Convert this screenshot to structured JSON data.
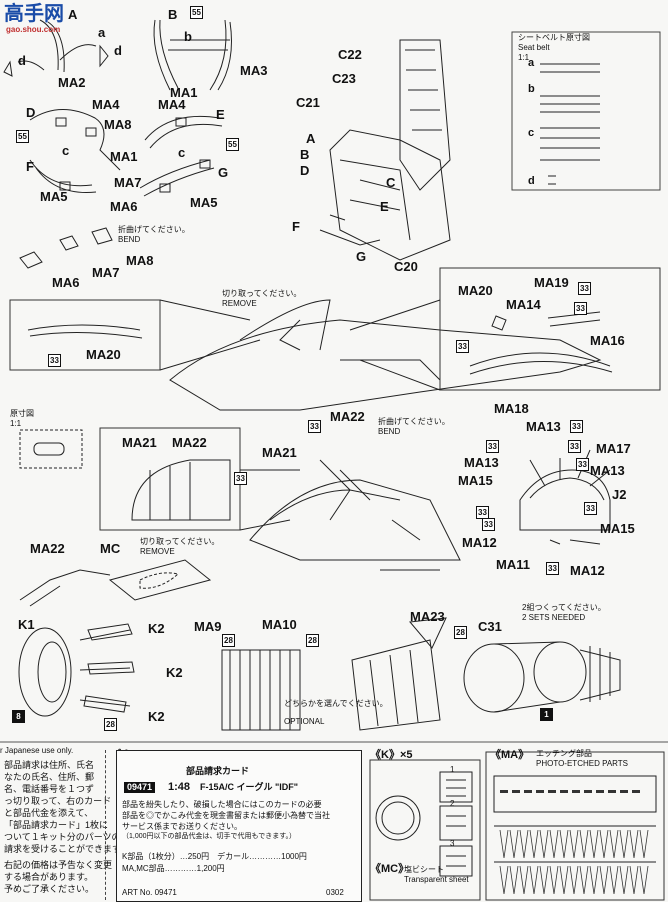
{
  "watermark": {
    "name": "高手网",
    "url": "gao.shou.com"
  },
  "seatbelt": {
    "title_jp": "シートベルト原寸図",
    "title_en": "Seat belt",
    "scale": "1:1",
    "labels": [
      "a",
      "b",
      "c",
      "d"
    ]
  },
  "top_left_labels": {
    "A": "A",
    "a": "a",
    "d1": "d",
    "d2": "d",
    "MA2": "MA2",
    "B": "B",
    "b": "b",
    "MA1top": "MA1",
    "MA3": "MA3",
    "c55a": "55",
    "D": "D",
    "MA4a": "MA4",
    "MA4b": "MA4",
    "E": "E",
    "MA8": "MA8",
    "MA1": "MA1",
    "c55b": "55",
    "c55c": "55",
    "c1": "c",
    "c2": "c",
    "F": "F",
    "G": "G",
    "MA5a": "MA5",
    "MA7": "MA7",
    "MA6": "MA6",
    "MA5b": "MA5"
  },
  "bend_group": {
    "jp": "折曲げてください。",
    "en": "BEND",
    "MA7": "MA7",
    "MA8": "MA8",
    "MA6": "MA6"
  },
  "seat": {
    "C22": "C22",
    "C23": "C23",
    "C21": "C21",
    "A": "A",
    "B": "B",
    "C": "C",
    "D": "D",
    "E": "E",
    "F": "F",
    "G": "G",
    "C20": "C20"
  },
  "fuselage": {
    "remove_jp": "切り取ってください。",
    "remove_en": "REMOVE",
    "MA20_left": "MA20",
    "c33_left": "33",
    "MA20": "MA20",
    "MA14": "MA14",
    "MA19": "MA19",
    "MA16": "MA16",
    "c33a": "33",
    "c33b": "33",
    "c33c": "33"
  },
  "template": {
    "title": "原寸図",
    "scale": "1:1"
  },
  "cockpit": {
    "MA21a": "MA21",
    "MA22a": "MA22",
    "MA21b": "MA21",
    "c33": "33",
    "MA22": "MA22",
    "c33b": "33",
    "bend_jp": "折曲げてください。",
    "bend_en": "BEND"
  },
  "bulkhead": {
    "MA18": "MA18",
    "MA13a": "MA13",
    "MA17": "MA17",
    "MA13b": "MA13",
    "MA13c": "MA13",
    "MA15a": "MA15",
    "J2": "J2",
    "MA15b": "MA15",
    "MA12a": "MA12",
    "MA11": "MA11",
    "MA12b": "MA12",
    "c33": [
      "33",
      "33",
      "33",
      "33",
      "33",
      "33",
      "33",
      "33"
    ]
  },
  "canopy": {
    "MA22": "MA22",
    "MC": "MC",
    "remove_jp": "切り取ってください。",
    "remove_en": "REMOVE"
  },
  "nozzle": {
    "K1": "K1",
    "K2a": "K2",
    "K2b": "K2",
    "K2c": "K2",
    "c8": "8",
    "c28": "28",
    "MA9": "MA9",
    "MA10": "MA10",
    "c28b": "28",
    "c28c": "28",
    "optional_jp": "どちらかを選んでください。",
    "optional_en": "OPTIONAL",
    "MA23": "MA23",
    "c28d": "28",
    "C31": "C31",
    "c1": "1",
    "sets_jp": "2組つくってください。",
    "sets_en": "2 SETS NEEDED"
  },
  "footer": {
    "for_japan": "r Japanese use only.",
    "left_text": [
      "部品請求は住所、氏名",
      "なたの氏名、住所、郵",
      "名、電話番号を１つず",
      "っ切り取って、右のカード",
      "と部品代金を添えて、",
      "「部品請求カード」1枚に",
      "ついて１キット分のパーツの",
      "請求を受けることができます。",
      "右記の価格は予告なく変更",
      "する場合があります。",
      "予めご了承ください。"
    ],
    "card_title": "部品請求カード",
    "product_code": "09471",
    "scale": "1:48",
    "product_name": "F-15A/C イーグル \"IDF\"",
    "card_text": [
      "部品を紛失したり、破損した場合にはこのカードの必要",
      "部品を◎でかこみ代金を現金書留または郵便小為替で当社",
      "サービス係までお送りください。",
      "（1,000円以下の部品代金は、切手で代用もできます。）"
    ],
    "prices": [
      "K部品（1枚分）…250円　デカール…………1000円",
      "MA,MC部品…………1,200円"
    ],
    "art_no": "ART No. 09471",
    "code": "0302"
  },
  "kparts": {
    "title": "《K》×5",
    "mc_title": "《MC》",
    "mc_jp": "塩ビシート",
    "mc_en": "Transparent sheet",
    "n1": "1",
    "n2": "2",
    "n3": "3"
  },
  "etched": {
    "title": "《MA》",
    "jp": "エッチング部品",
    "en": "PHOTO-ETCHED PARTS"
  }
}
